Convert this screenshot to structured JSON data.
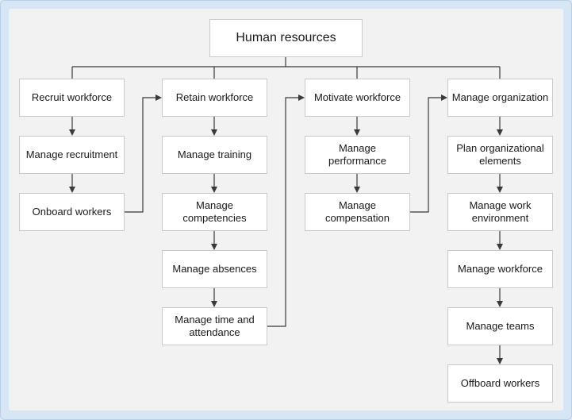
{
  "diagram": {
    "root": "Human resources",
    "columns": [
      {
        "head": "Recruit workforce",
        "steps": [
          "Manage recruitment",
          "Onboard workers"
        ]
      },
      {
        "head": "Retain workforce",
        "steps": [
          "Manage training",
          "Manage competencies",
          "Manage absences",
          "Manage time and attendance"
        ]
      },
      {
        "head": "Motivate workforce",
        "steps": [
          "Manage performance",
          "Manage compensation"
        ]
      },
      {
        "head": "Manage organization",
        "steps": [
          "Plan organizational elements",
          "Manage work environment",
          "Manage workforce",
          "Manage teams",
          "Offboard workers"
        ]
      }
    ]
  },
  "colors": {
    "frame": "#d7e6f5",
    "canvas": "#f2f2f2",
    "node_fill": "#ffffff",
    "node_border": "#c9c9c9",
    "connector": "#3a3a3a"
  }
}
